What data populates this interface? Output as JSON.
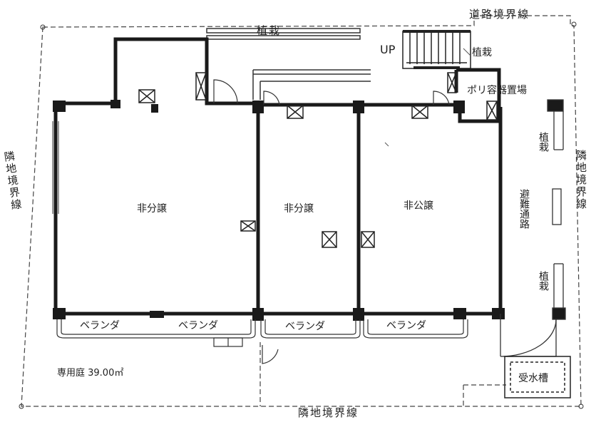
{
  "labels": {
    "road_boundary": "道路境界線",
    "planting_top": "植栽",
    "up": "UP",
    "planting_stair": "植栽",
    "poly_container": "ポリ容器置場",
    "planting_right_top": "植栽",
    "planting_right_bottom": "植栽",
    "side_passage": "避難通路",
    "adjacent_left": "隣地境界線",
    "adjacent_right": "隣地境界線",
    "adjacent_bottom": "隣地境界線",
    "unit1": "非分譲",
    "unit2": "非分譲",
    "unit3": "非公譲",
    "veranda1": "ベランダ",
    "veranda2": "ベランダ",
    "veranda3": "ベランダ",
    "veranda4": "ベランダ",
    "private_garden": "専用庭 39.00㎡",
    "water_tank": "受水槽"
  },
  "colors": {
    "wall": "#1a1a1a",
    "line": "#333333",
    "background": "#ffffff"
  }
}
